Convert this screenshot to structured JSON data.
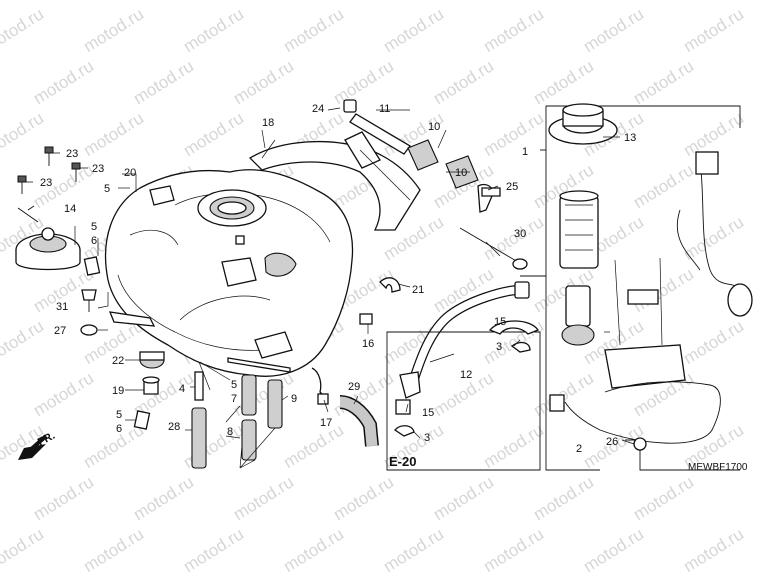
{
  "watermark": "motod.ru",
  "diagram_code": "MEWBF1700",
  "reference": "E-20",
  "direction_label": "FR.",
  "callouts": {
    "c1": "1",
    "c2": "2",
    "c3a": "3",
    "c3b": "3",
    "c4": "4",
    "c5a": "5",
    "c5b": "5",
    "c5c": "5",
    "c5d": "5",
    "c6a": "6",
    "c6b": "6",
    "c7": "7",
    "c8": "8",
    "c9": "9",
    "c10": "10",
    "c11": "11",
    "c12": "12",
    "c13": "13",
    "c14": "14",
    "c15a": "15",
    "c15b": "15",
    "c16": "16",
    "c17": "17",
    "c18": "18",
    "c19": "19",
    "c20": "20",
    "c21": "21",
    "c22": "22",
    "c23a": "23",
    "c23b": "23",
    "c23c": "23",
    "c24": "24",
    "c25": "25",
    "c26": "26",
    "c27": "27",
    "c28": "28",
    "c29": "29",
    "c30": "30",
    "c31": "31"
  }
}
